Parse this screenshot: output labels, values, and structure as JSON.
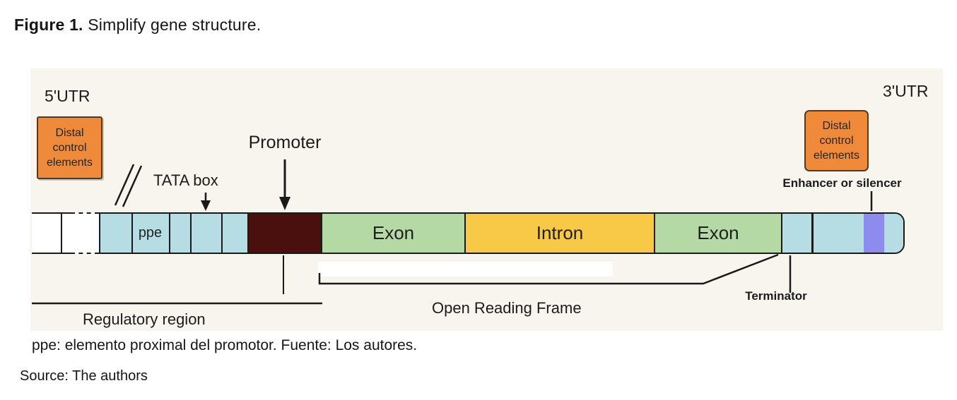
{
  "title": {
    "label": "Figure 1.",
    "text": " Simplify gene structure."
  },
  "colors": {
    "panel-bg": "#f8f4ee",
    "orange": "#ef8a3a",
    "blue": "#b5dde3",
    "maroon": "#4a100e",
    "green": "#b5d9a5",
    "yellow": "#f8c947",
    "purple": "#8d8bee",
    "line": "#1a1a1a"
  },
  "diagram": {
    "utr5": "5'UTR",
    "utr3": "3'UTR",
    "distal_left": "Distal\ncontrol\nelements",
    "distal_right": "Distal\ncontrol\nelements",
    "tata_box": "TATA box",
    "promoter": "Promoter",
    "ppe": "ppe",
    "exon1": "Exon",
    "intron": "Intron",
    "exon2": "Exon",
    "enhancer_or_silencer": "Enhancer or silencer",
    "terminator": "Terminator",
    "regulatory_region": "Regulatory region",
    "open_reading_frame": "Open Reading Frame"
  },
  "caption": "ppe: elemento proximal del promotor. Fuente: Los autores.",
  "source": "Source: The authors"
}
